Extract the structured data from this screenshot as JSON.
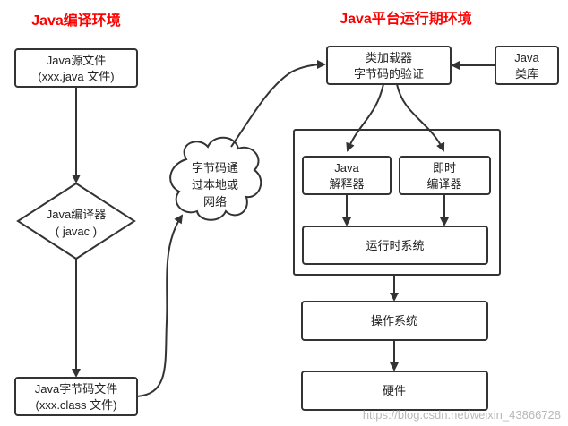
{
  "titles": {
    "compile_env": "Java编译环境",
    "runtime_env": "Java平台运行期环境"
  },
  "compile_side": {
    "source_file": {
      "line1": "Java源文件",
      "line2": "(xxx.java 文件)"
    },
    "compiler": {
      "line1": "Java编译器",
      "line2": "( javac )"
    },
    "bytecode_file": {
      "line1": "Java字节码文件",
      "line2": "(xxx.class 文件)"
    }
  },
  "transfer_cloud": {
    "line1": "字节码通",
    "line2": "过本地或",
    "line3": "网络"
  },
  "runtime_side": {
    "class_loader": {
      "line1": "类加载器",
      "line2": "字节码的验证"
    },
    "java_lib": {
      "line1": "Java",
      "line2": "类库"
    },
    "interpreter": {
      "line1": "Java",
      "line2": "解释器"
    },
    "jit": {
      "line1": "即时",
      "line2": "编译器"
    },
    "runtime_system": "运行时系统",
    "os": "操作系统",
    "hardware": "硬件"
  },
  "colors": {
    "title": "#ff0000",
    "stroke": "#333333"
  },
  "watermark": "https://blog.csdn.net/weixin_43866728"
}
